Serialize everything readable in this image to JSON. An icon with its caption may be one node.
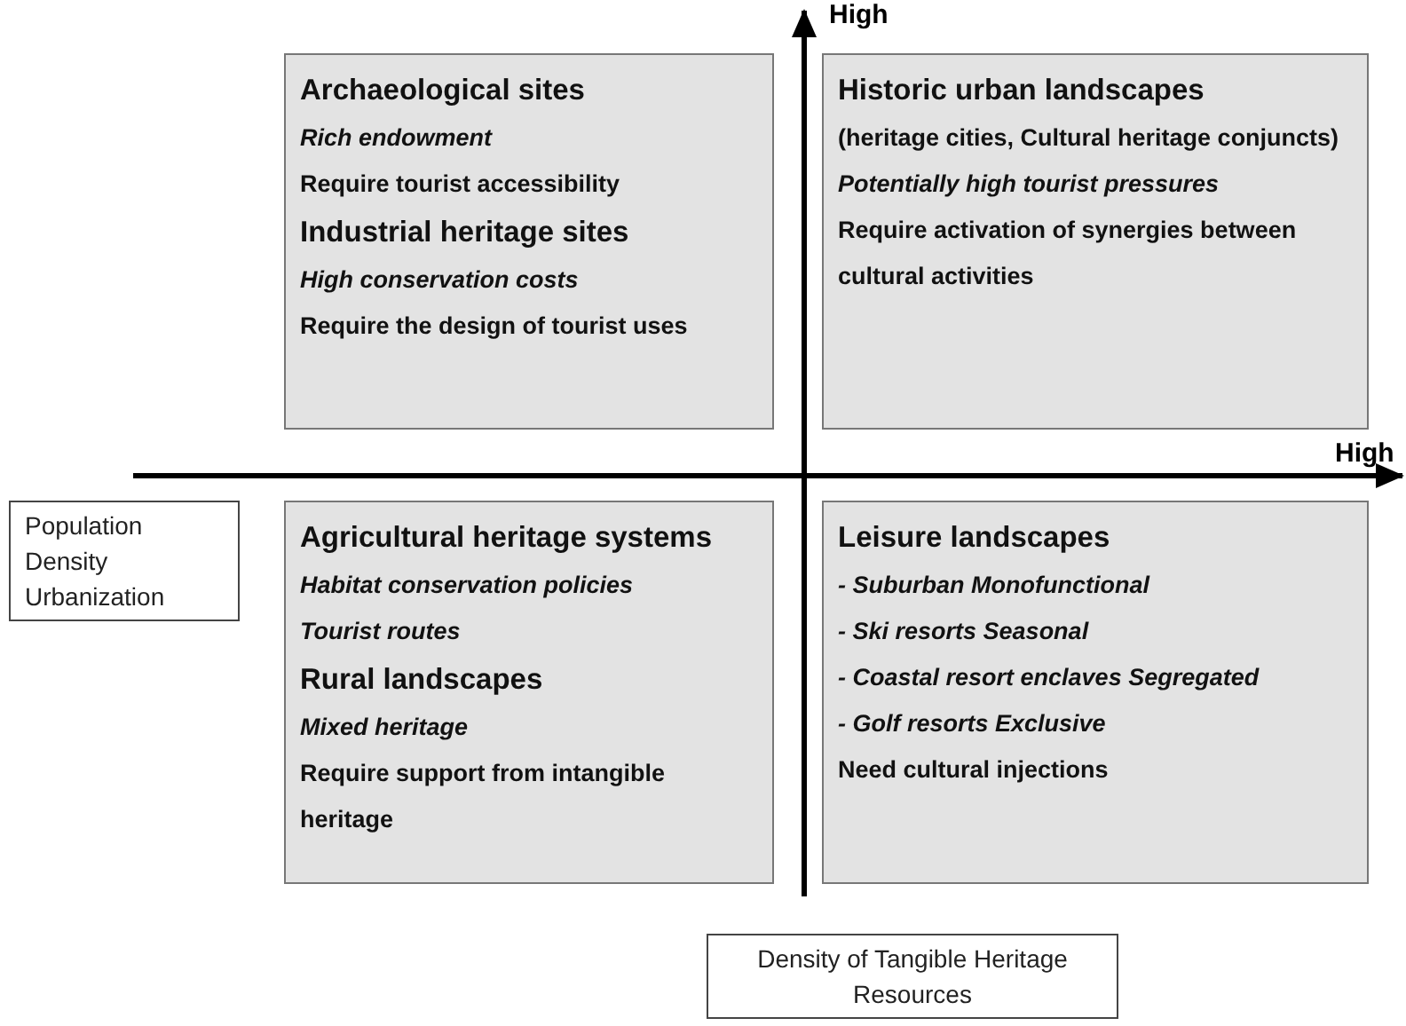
{
  "diagram": {
    "nodes": [
      {
        "text": [
          "Archaeological sites",
          "Rich endowment",
          "Require tourist accessibility",
          "Industrial heritage sites",
          "High conservation costs",
          "Require the design of tourist uses"
        ]
      },
      {
        "text": [
          "Historic urban landscapes",
          "(heritage cities, Cultural heritage conjuncts)",
          "Potentially high tourist pressures",
          "Require activation of synergies between cultural activities"
        ]
      },
      {
        "text": [
          "Population Density Urbanization"
        ]
      },
      {
        "text": [
          "Agricultural heritage systems",
          "Habitat conservation policies",
          "Tourist routes",
          "Rural landscapes",
          "Mixed heritage",
          "Require support from intangible heritage"
        ]
      },
      {
        "text": [
          "Leisure landscapes",
          "- Suburban Monofunctional",
          "- Ski resorts Seasonal",
          "- Coastal resort enclaves Segregated",
          "- Golf resorts Exclusive",
          "Need cultural injections"
        ]
      },
      {
        "text": [
          "Density of Tangible Heritage Resources"
        ]
      }
    ],
    "edges": [],
    "labels": [
      "High",
      "High"
    ]
  }
}
